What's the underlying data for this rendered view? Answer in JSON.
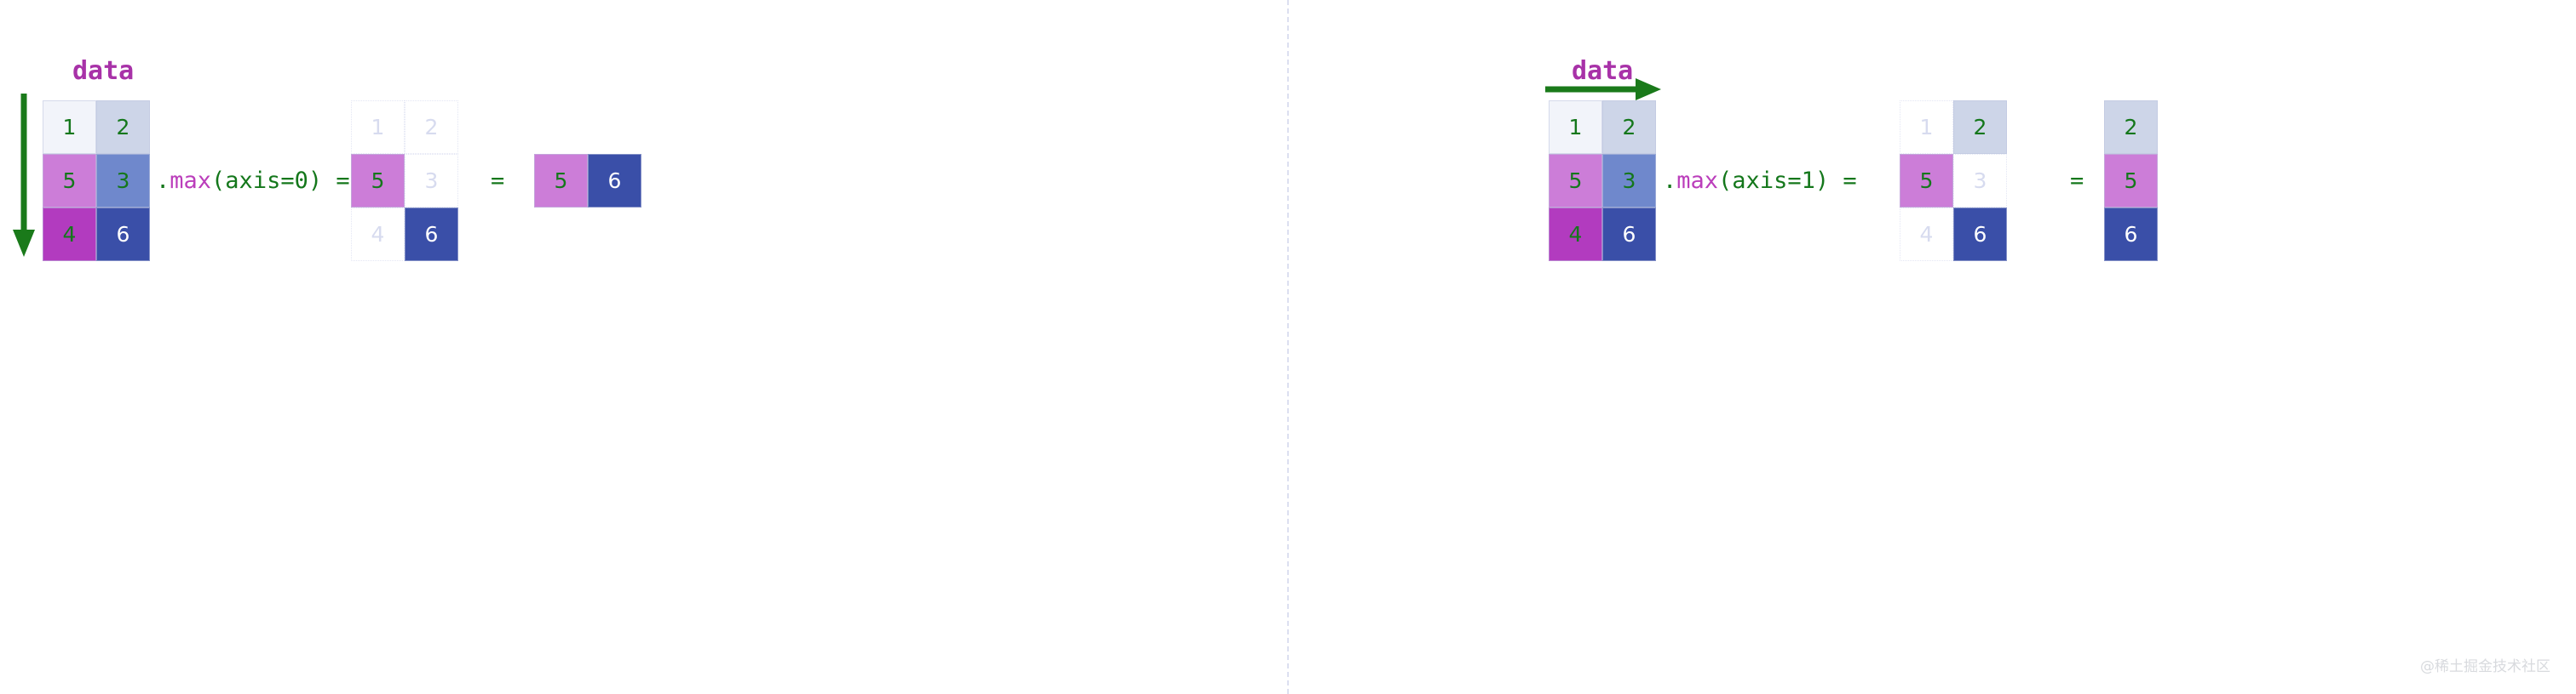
{
  "watermark": "@稀土掘金技术社区",
  "colors": {
    "value_1": "#f2f4fa",
    "value_2": "#cdd5e8",
    "value_5": "#cc7dd8",
    "value_3": "#6f88cc",
    "value_4": "#b23bbf",
    "value_6": "#3a4fa8",
    "digit_green": "#14771b",
    "digit_white": "#ffffff",
    "ghost_text": "#d7dbef",
    "label_magenta": "#a832a8",
    "code_green": "#14771b",
    "code_fn_magenta": "#bb3ebb",
    "arrow_green": "#1a7a1a",
    "divider": "#dcdff0",
    "watermark": "#d8dade"
  },
  "panels": [
    {
      "id": "axis0",
      "data_label": "data",
      "arrow_direction": "down",
      "code_prefix": ".",
      "code_fn": "max",
      "code_suffix": "(axis=0) =",
      "equals": "=",
      "source_matrix": {
        "rows": 3,
        "cols": 2,
        "cells": [
          {
            "value": "1",
            "bg": "#f2f4fa",
            "fg": "green"
          },
          {
            "value": "2",
            "bg": "#cdd5e8",
            "fg": "green"
          },
          {
            "value": "5",
            "bg": "#cc7dd8",
            "fg": "green"
          },
          {
            "value": "3",
            "bg": "#6f88cc",
            "fg": "green"
          },
          {
            "value": "4",
            "bg": "#b23bbf",
            "fg": "green"
          },
          {
            "value": "6",
            "bg": "#3a4fa8",
            "fg": "white"
          }
        ]
      },
      "masked_matrix": {
        "rows": 3,
        "cols": 2,
        "cells": [
          {
            "value": "1",
            "state": "ghost"
          },
          {
            "value": "2",
            "state": "ghost"
          },
          {
            "value": "5",
            "state": "solid",
            "bg": "#cc7dd8",
            "fg": "green"
          },
          {
            "value": "3",
            "state": "ghost"
          },
          {
            "value": "4",
            "state": "ghost"
          },
          {
            "value": "6",
            "state": "solid",
            "bg": "#3a4fa8",
            "fg": "white"
          }
        ]
      },
      "result_matrix": {
        "rows": 1,
        "cols": 2,
        "cells": [
          {
            "value": "5",
            "bg": "#cc7dd8",
            "fg": "green"
          },
          {
            "value": "6",
            "bg": "#3a4fa8",
            "fg": "white"
          }
        ]
      }
    },
    {
      "id": "axis1",
      "data_label": "data",
      "arrow_direction": "right",
      "code_prefix": ".",
      "code_fn": "max",
      "code_suffix": "(axis=1) =",
      "equals": "=",
      "source_matrix": {
        "rows": 3,
        "cols": 2,
        "cells": [
          {
            "value": "1",
            "bg": "#f2f4fa",
            "fg": "green"
          },
          {
            "value": "2",
            "bg": "#cdd5e8",
            "fg": "green"
          },
          {
            "value": "5",
            "bg": "#cc7dd8",
            "fg": "green"
          },
          {
            "value": "3",
            "bg": "#6f88cc",
            "fg": "green"
          },
          {
            "value": "4",
            "bg": "#b23bbf",
            "fg": "green"
          },
          {
            "value": "6",
            "bg": "#3a4fa8",
            "fg": "white"
          }
        ]
      },
      "masked_matrix": {
        "rows": 3,
        "cols": 2,
        "cells": [
          {
            "value": "1",
            "state": "ghost"
          },
          {
            "value": "2",
            "state": "solid",
            "bg": "#cdd5e8",
            "fg": "green"
          },
          {
            "value": "5",
            "state": "solid",
            "bg": "#cc7dd8",
            "fg": "green"
          },
          {
            "value": "3",
            "state": "ghost"
          },
          {
            "value": "4",
            "state": "ghost"
          },
          {
            "value": "6",
            "state": "solid",
            "bg": "#3a4fa8",
            "fg": "white"
          }
        ]
      },
      "result_matrix": {
        "rows": 3,
        "cols": 1,
        "cells": [
          {
            "value": "2",
            "bg": "#cdd5e8",
            "fg": "green"
          },
          {
            "value": "5",
            "bg": "#cc7dd8",
            "fg": "green"
          },
          {
            "value": "6",
            "bg": "#3a4fa8",
            "fg": "white"
          }
        ]
      }
    }
  ]
}
